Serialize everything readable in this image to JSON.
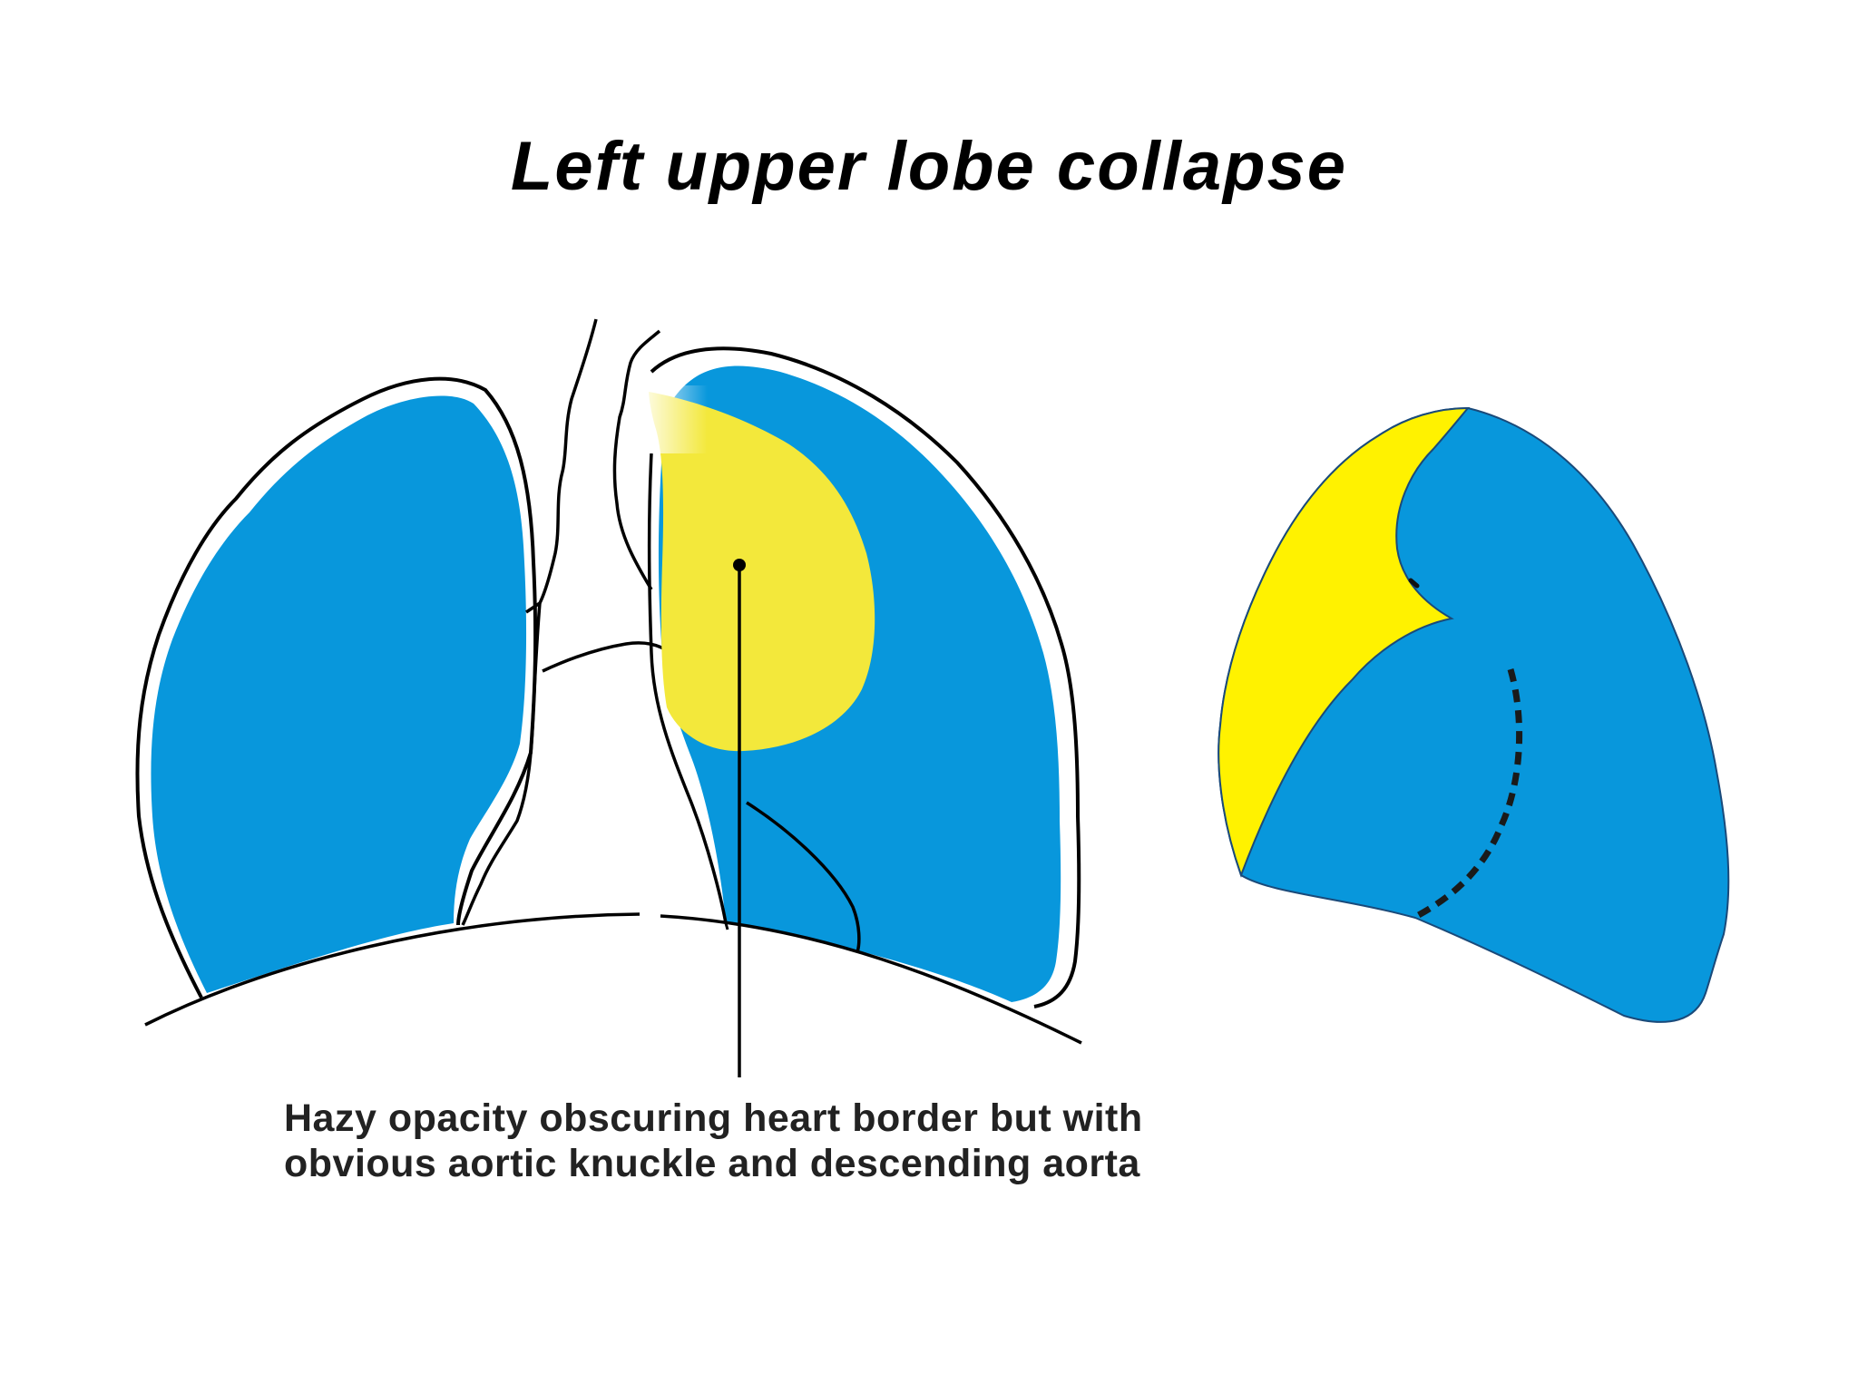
{
  "title": "Left upper lobe collapse",
  "caption": {
    "line1": "Hazy opacity obscuring heart border but with",
    "line2": "obvious aortic knuckle and descending aorta"
  },
  "colors": {
    "lung": "#0897dc",
    "collapsed_lobe_frontal": "#f3e83b",
    "collapsed_lobe_lateral": "#fff200",
    "outline": "#000000",
    "background": "#ffffff"
  }
}
